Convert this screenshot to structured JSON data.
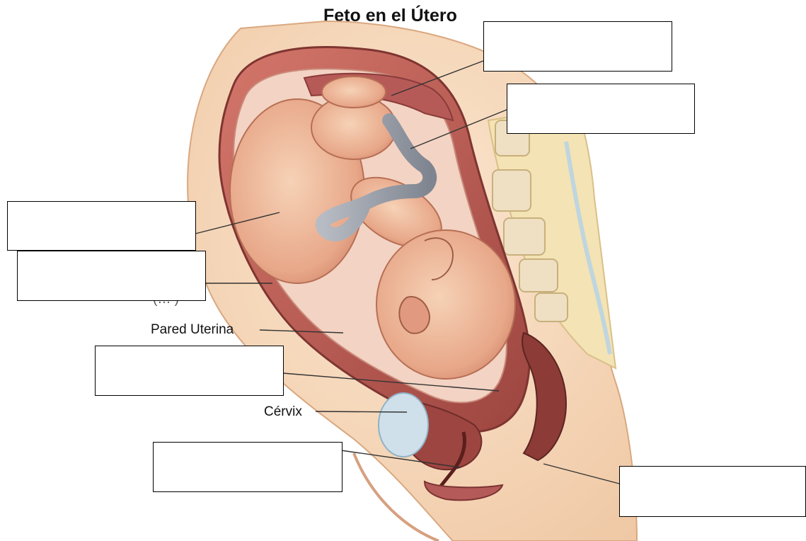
{
  "title": "Feto en el Útero",
  "labels": {
    "uterine_wall": "Pared Uterina",
    "cervix": "Cérvix",
    "partial_text": "(… )"
  },
  "blank_boxes": [
    {
      "id": "box-top-1",
      "value": ""
    },
    {
      "id": "box-top-2",
      "value": ""
    },
    {
      "id": "box-left-1",
      "value": ""
    },
    {
      "id": "box-left-2",
      "value": ""
    },
    {
      "id": "box-left-3",
      "value": ""
    },
    {
      "id": "box-left-4",
      "value": ""
    },
    {
      "id": "box-bottom-right",
      "value": ""
    }
  ],
  "colors": {
    "skin": "#f2c9a8",
    "skin_dark": "#d9a07c",
    "uterus": "#c76a5e",
    "uterus_dark": "#8c3b36",
    "fluid": "#f4d6c8",
    "bone": "#f4e3b4",
    "cord": "#9aa0aa"
  }
}
